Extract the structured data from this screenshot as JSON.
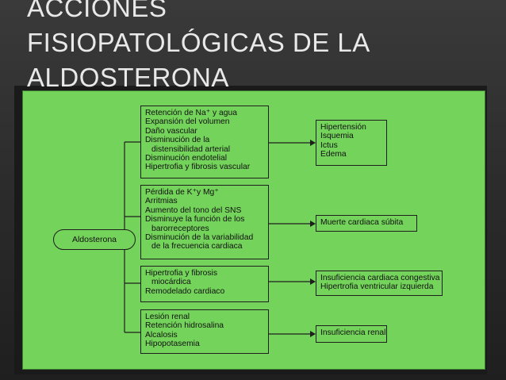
{
  "slide": {
    "title_line1": "ACCIONES",
    "title_line2": "FISIOPATOLÓGICAS DE LA",
    "title_line3": "ALDOSTERONA"
  },
  "diagram": {
    "root": "Aldosterona",
    "groups": [
      {
        "mechanisms": [
          "Retención de Na⁺ y agua",
          "Expansión del volumen",
          "Daño vascular",
          "Disminución de la",
          "distensibilidad arterial",
          "Disminución endotelial",
          "Hipertrofia y fibrosis vascular"
        ],
        "outcomes": [
          "Hipertensión",
          "Isquemia",
          "Ictus",
          "Edema"
        ]
      },
      {
        "mechanisms": [
          "Pérdida de K⁺y Mg⁺",
          "Arritmias",
          "Aumento del tono del SNS",
          "Disminuye la función de los",
          "barorreceptores",
          "Disminución de la variabilidad",
          "de la frecuencia cardiaca"
        ],
        "outcomes": [
          "Muerte cardiaca súbita"
        ]
      },
      {
        "mechanisms": [
          "Hipertrofia y fibrosis",
          "miocárdica",
          "Remodelado cardiaco"
        ],
        "outcomes": [
          "Insuficiencia cardiaca congestiva",
          "Hipertrofia ventricular izquierda"
        ]
      },
      {
        "mechanisms": [
          "Lesión renal",
          "Retención hidrosalina",
          "Alcalosis",
          "Hipopotasemia"
        ],
        "outcomes": [
          "Insuficiencia renal"
        ]
      }
    ],
    "fill_color": "#74d35a",
    "line_color": "#1e1e1e"
  }
}
